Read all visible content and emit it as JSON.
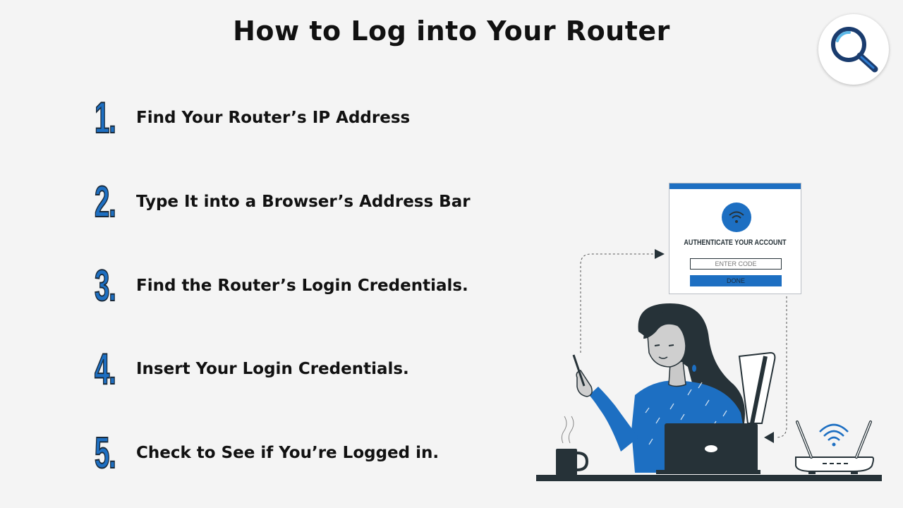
{
  "page": {
    "title": "How to Log into Your Router"
  },
  "logo": {
    "icon": "magnifier-icon"
  },
  "steps": [
    {
      "number": "1.",
      "text": "Find Your Router’s IP Address"
    },
    {
      "number": "2.",
      "text": "Type It into a Browser’s Address Bar"
    },
    {
      "number": "3.",
      "text": "Find the Router’s Login Credentials."
    },
    {
      "number": "4.",
      "text": "Insert Your Login Credentials."
    },
    {
      "number": "5.",
      "text": "Check to See if You’re Logged in."
    }
  ],
  "auth_card": {
    "title": "AUTHENTICATE YOUR ACCOUNT",
    "placeholder": "ENTER CODE",
    "button_label": "DONE",
    "icon": "wifi-icon"
  },
  "colors": {
    "accent": "#1d6fc2",
    "dark": "#263238",
    "background": "#f4f4f4"
  }
}
